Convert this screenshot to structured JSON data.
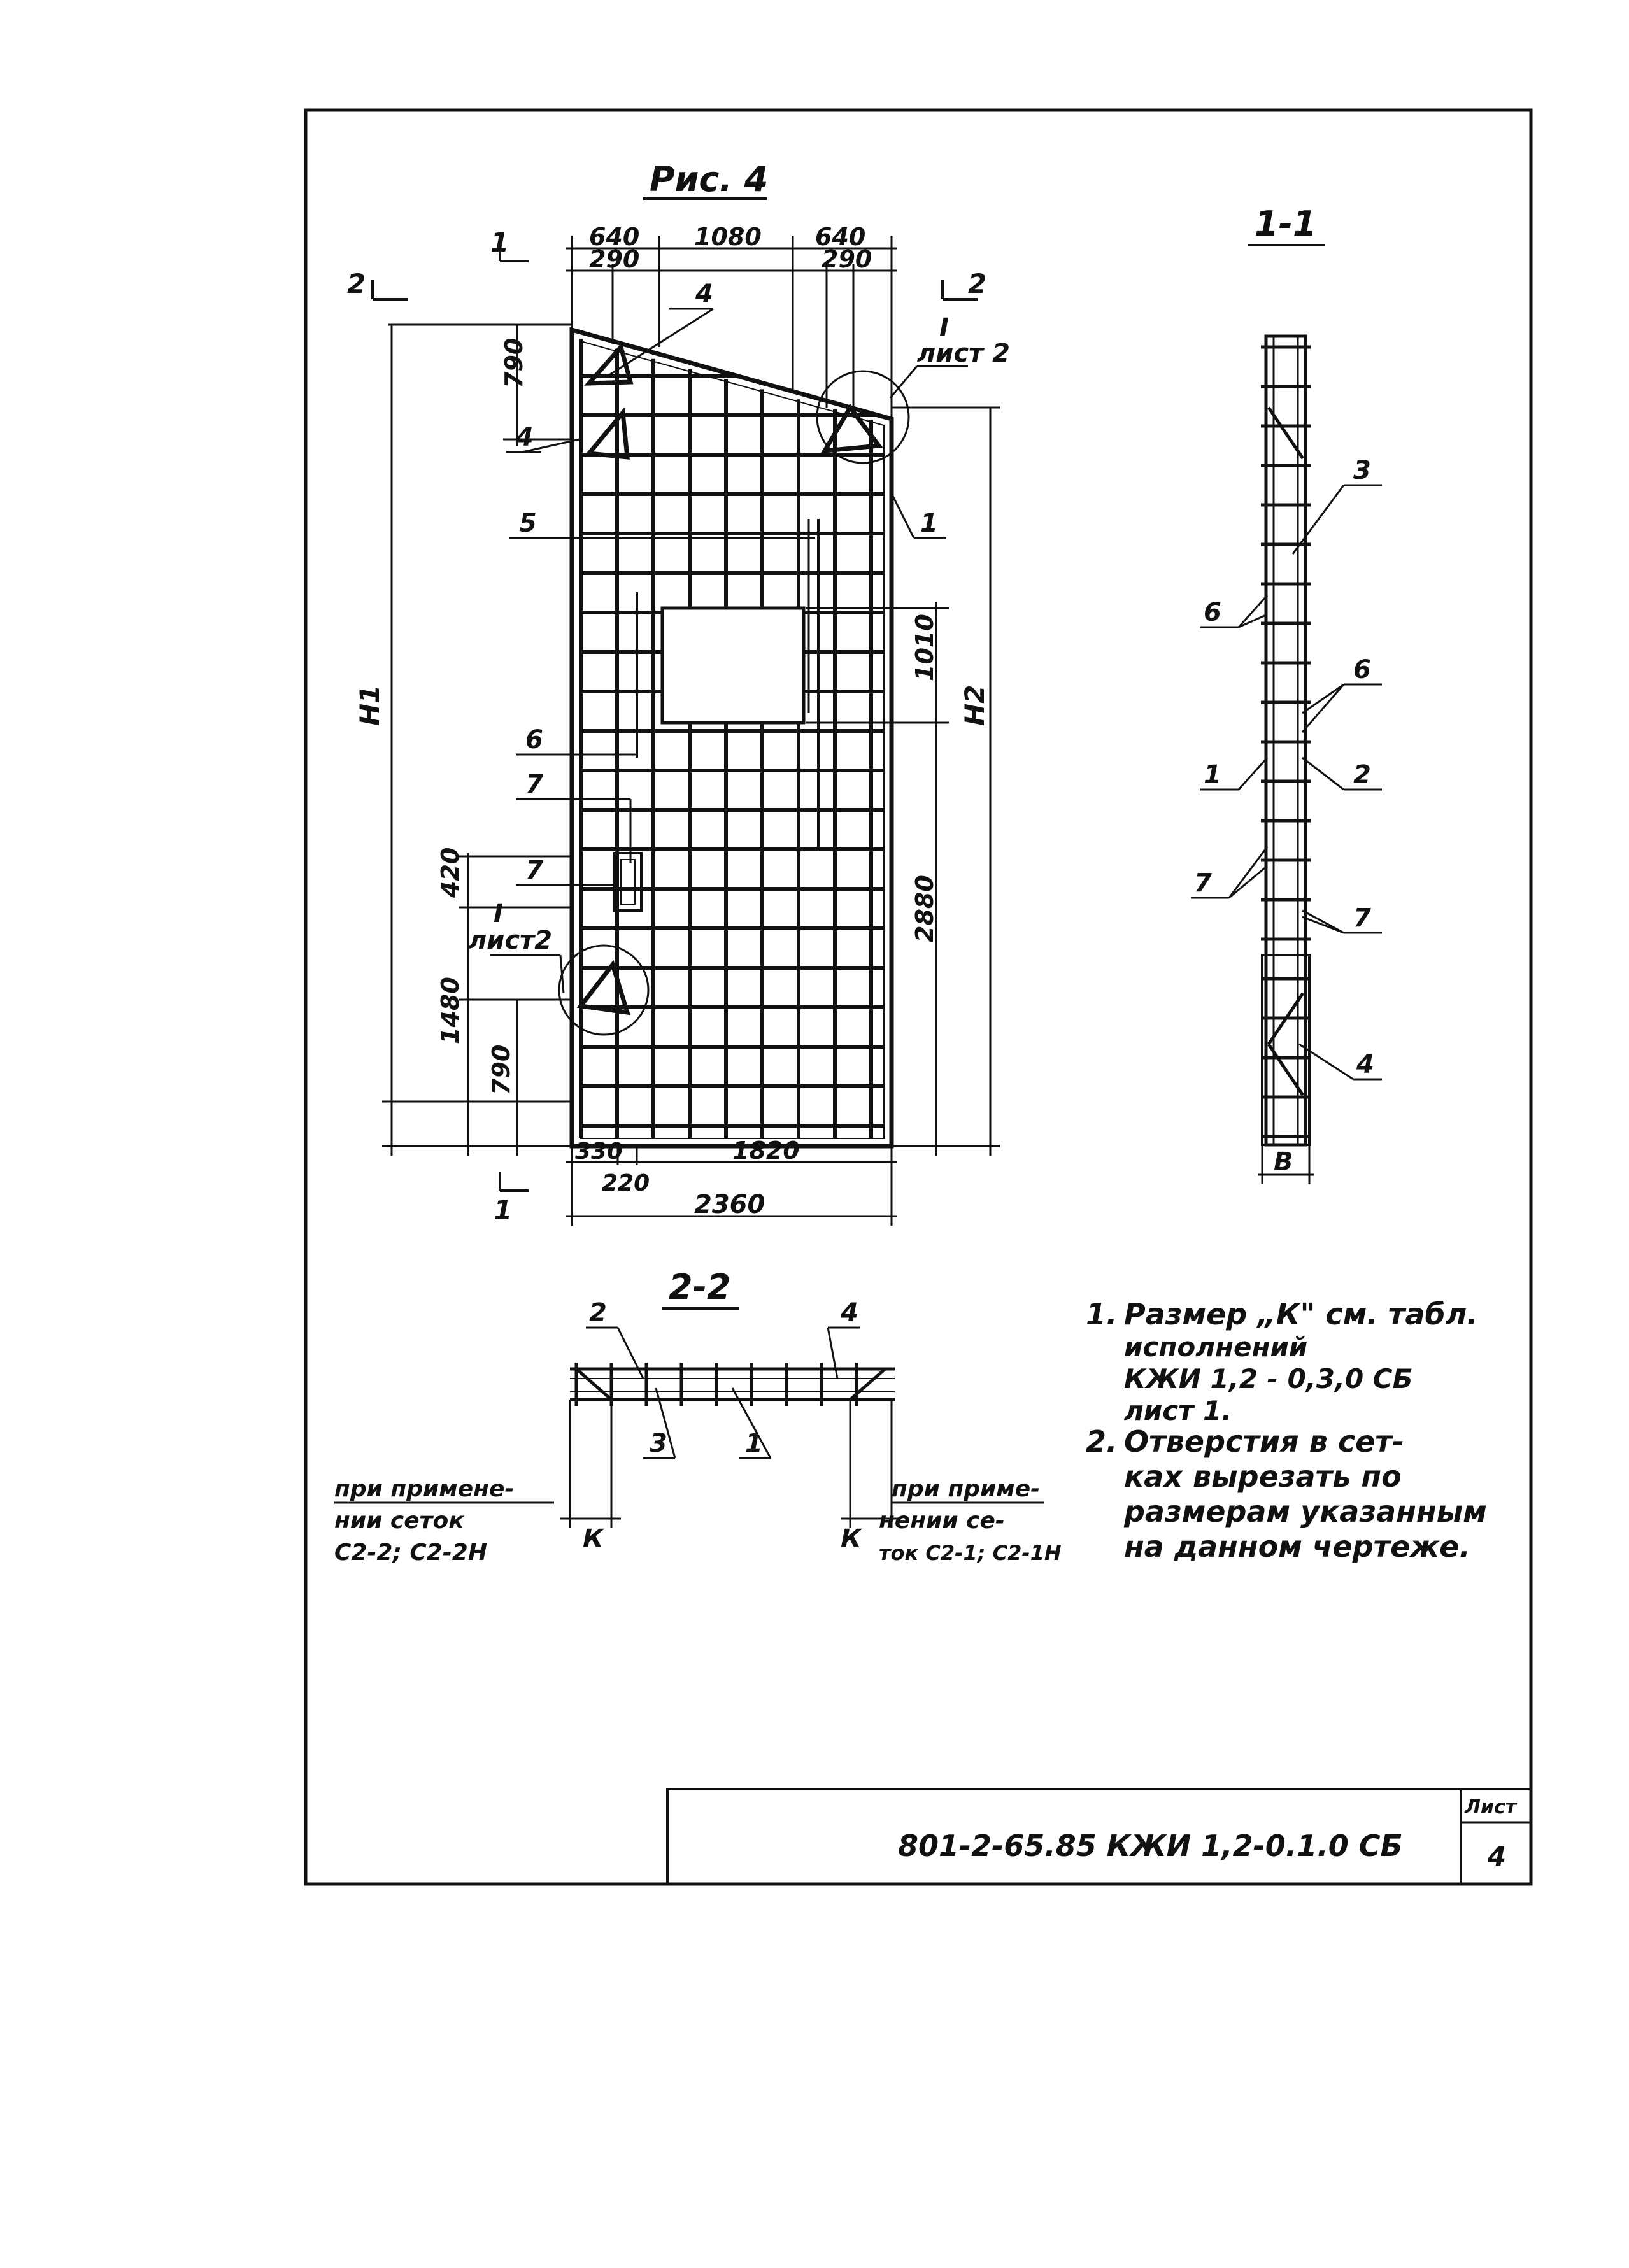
{
  "figure": {
    "title": "Рис. 4",
    "section_1_1": "1-1",
    "section_2_2": "2-2"
  },
  "dims": {
    "top_640_left": "640",
    "top_1080": "1080",
    "top_640_right": "640",
    "top_290_left": "290",
    "top_290_right": "290",
    "left_790_top": "790",
    "left_H1": "H1",
    "left_420": "420",
    "left_1480": "1480",
    "left_790_bottom": "790",
    "right_1010": "1010",
    "right_H2": "H2",
    "right_2880": "2880",
    "bottom_330": "330",
    "bottom_1820": "1820",
    "bottom_220": "220",
    "bottom_2360": "2360",
    "section_B": "B"
  },
  "callouts": {
    "c4_top": "4",
    "c4_left": "4",
    "c5": "5",
    "c6": "6",
    "c7_a": "7",
    "c7_b": "7",
    "c1": "1",
    "detail_I_top": "I",
    "detail_list2_top": "лист 2",
    "detail_I_bottom": "I",
    "detail_list2_bottom": "лист2",
    "cut_1_top": "1",
    "cut_1_bottom": "1",
    "cut_2_left": "2",
    "cut_2_right": "2",
    "s11_3": "3",
    "s11_6a": "6",
    "s11_6b": "6",
    "s11_1": "1",
    "s11_2": "2",
    "s11_7a": "7",
    "s11_7b": "7",
    "s11_4": "4",
    "s22_2": "2",
    "s22_4": "4",
    "s22_3": "3",
    "s22_1": "1",
    "s22_K_left": "К",
    "s22_K_right": "К"
  },
  "s22_notes": {
    "left_line1": "при примене-",
    "left_line2": "нии сеток",
    "left_line3": "С2-2; С2-2Н",
    "right_line1": "при приме-",
    "right_line2": "нении се-",
    "right_line3": "ток С2-1; С2-1Н"
  },
  "notes": {
    "n1_num": "1.",
    "n1_line1": "Размер „К\" см. табл.",
    "n1_line2": "исполнений",
    "n1_line3": "КЖИ 1,2 - 0,3,0 СБ",
    "n1_line4": "лист 1.",
    "n2_num": "2.",
    "n2_line1": "Отверстия в сет-",
    "n2_line2": "ках вырезать по",
    "n2_line3": "размерам указанным",
    "n2_line4": "на данном чертеже."
  },
  "stamp": {
    "code": "801-2-65.85  КЖИ 1,2-0.1.0 СБ",
    "sheet_label": "Лист",
    "sheet_number": "4"
  }
}
